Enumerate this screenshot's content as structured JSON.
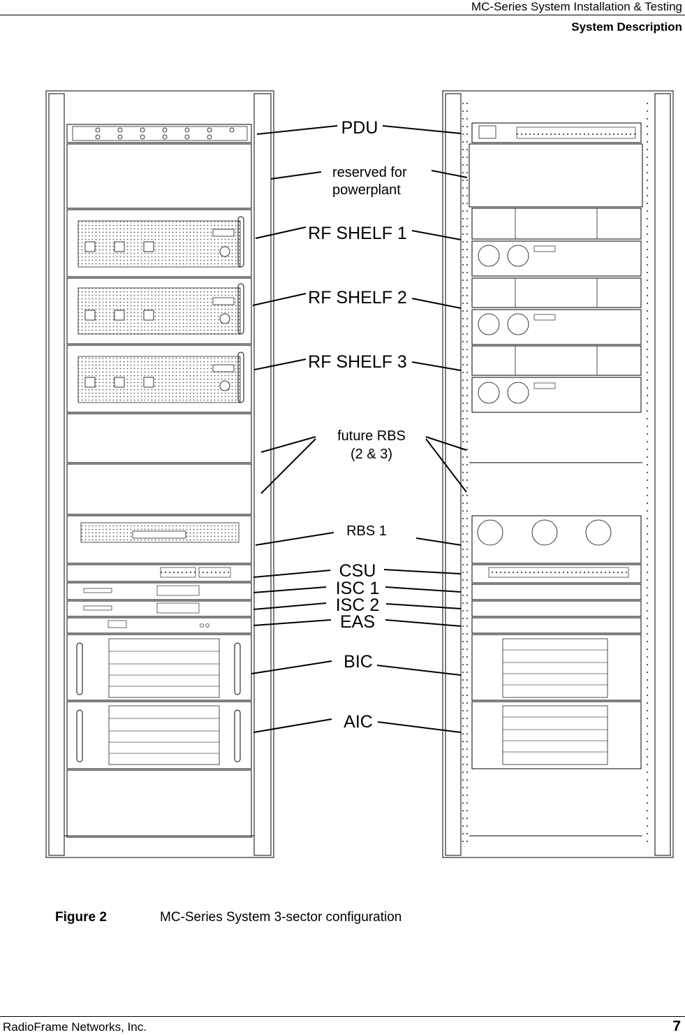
{
  "header": {
    "doc_title": "MC-Series System Installation & Testing",
    "section": "System Description"
  },
  "figure": {
    "labels": {
      "pdu": "PDU",
      "reserved_line1": "reserved for",
      "reserved_line2": "powerplant",
      "rf1": "RF SHELF 1",
      "rf2": "RF SHELF 2",
      "rf3": "RF SHELF 3",
      "future_line1": "future RBS",
      "future_line2": "(2 & 3)",
      "rbs1": "RBS 1",
      "csu": "CSU",
      "isc1": "ISC 1",
      "isc2": "ISC 2",
      "eas": "EAS",
      "bic": "BIC",
      "aic": "AIC"
    },
    "caption_label": "Figure 2",
    "caption_text": "MC-Series System 3-sector configuration"
  },
  "footer": {
    "company": "RadioFrame Networks, Inc.",
    "page": "7"
  }
}
